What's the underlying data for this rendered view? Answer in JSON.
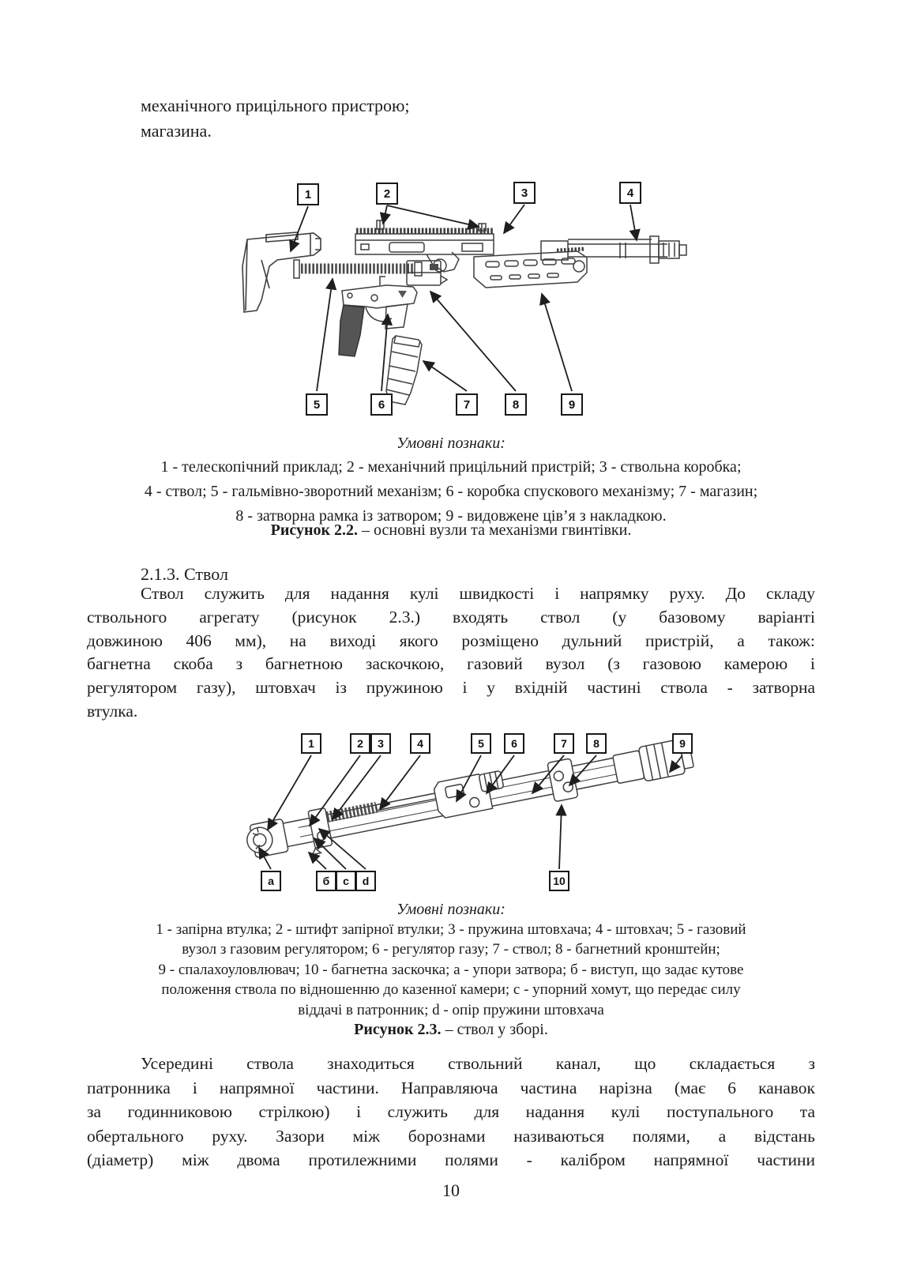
{
  "intro": {
    "line1": "механічного прицільного пристрою;",
    "line2": "магазина."
  },
  "fig22": {
    "top_callouts": [
      "1",
      "2",
      "3",
      "4"
    ],
    "bottom_callouts": [
      "5",
      "6",
      "7",
      "8",
      "9"
    ],
    "legend_title": "Умовні познаки:",
    "legend_lines": [
      "1 - телескопічний приклад; 2 - механічний прицільний пристрій; 3 - ствольна коробка;",
      "4 - ствол; 5 - гальмівно-зворотний механізм; 6 - коробка спускового механізму; 7 - магазин;",
      "8 - затворна рамка із затвором; 9 - видовжене ців’я з накладкою."
    ],
    "caption_label": "Рисунок 2.2.",
    "caption_text": "–  основні вузли та механізми гвинтівки."
  },
  "section": {
    "heading": "2.1.3. Ствол",
    "para_lines": [
      "Ствол служить для надання кулі швидкості і напрямку руху. До складу",
      "ствольного агрегату (рисунок 2.3.) входять ствол (у базовому варіанті",
      "довжиною 406 мм), на виході якого розміщено дульний пристрій, а також:",
      "багнетна скоба з багнетною заскочкою, газовий вузол (з газовою камерою і",
      "регулятором газу), штовхач із пружиною і у вхідній частині ствола - затворна",
      "втулка."
    ]
  },
  "fig23": {
    "top_callouts": [
      "1",
      "2",
      "3",
      "4",
      "5",
      "6",
      "7",
      "8",
      "9"
    ],
    "bottom_callouts": [
      "а",
      "б",
      "c",
      "d",
      "10"
    ],
    "legend_title": "Умовні познаки:",
    "legend_lines": [
      "1 - запірна втулка; 2 - штифт запірної втулки; 3 - пружина штовхача; 4 - штовхач; 5 - газовий",
      "вузол з газовим регулятором; 6 - регулятор газу; 7 - ствол; 8 - багнетний кронштейн;",
      "9 - спалахоуловлювач; 10 - багнетна заскочка; а - упори затвора; б - виступ, що задає кутове",
      "положення ствола по відношенню до казенної камери; с - упорний хомут, що передає силу",
      "віддачі в патронник; d - опір пружини штовхача"
    ],
    "caption_label": "Рисунок 2.3.",
    "caption_text": "– ствол у зборі."
  },
  "closing": {
    "para_lines": [
      "Усередині ствола знаходиться ствольний канал, що складається з",
      "патронника і напрямної частини. Направляюча частина нарізна (має 6 канавок",
      "за годинниковою стрілкою) і служить для надання кулі поступального та",
      "обертального руху. Зазори між борознами називаються полями, а відстань",
      "(діаметр) між двома протилежними полями - калібром напрямної частини"
    ]
  },
  "page_number": "10"
}
